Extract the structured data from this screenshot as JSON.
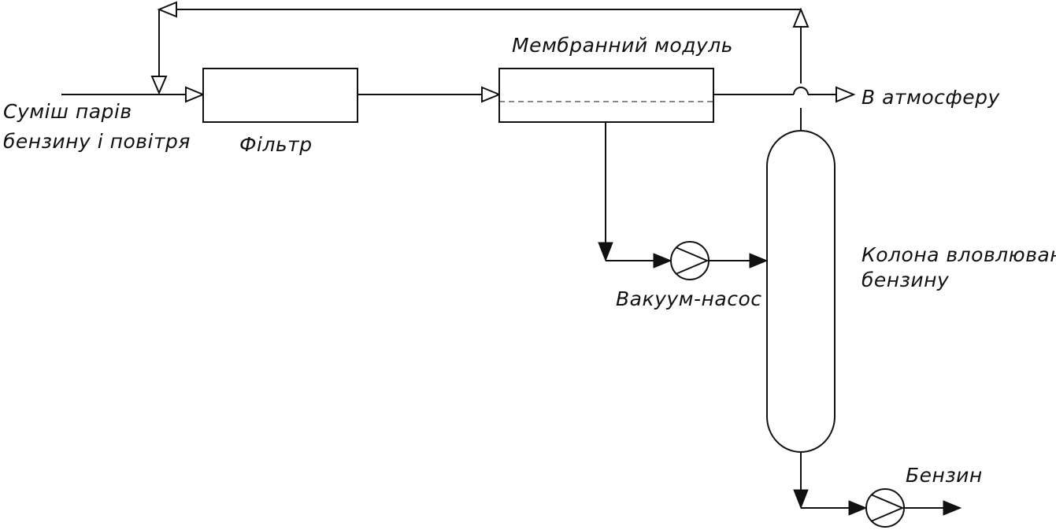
{
  "labels": {
    "feed_line1": "Суміш парів",
    "feed_line2": "бензину і повітря",
    "filter": "Фільтр",
    "membrane_module": "Мембранний модуль",
    "atmosphere": "В атмосферу",
    "vacuum_pump": "Вакуум-насос",
    "column_line1": "Колона вловлювання",
    "column_line2": "бензину",
    "gasoline": "Бензин"
  }
}
